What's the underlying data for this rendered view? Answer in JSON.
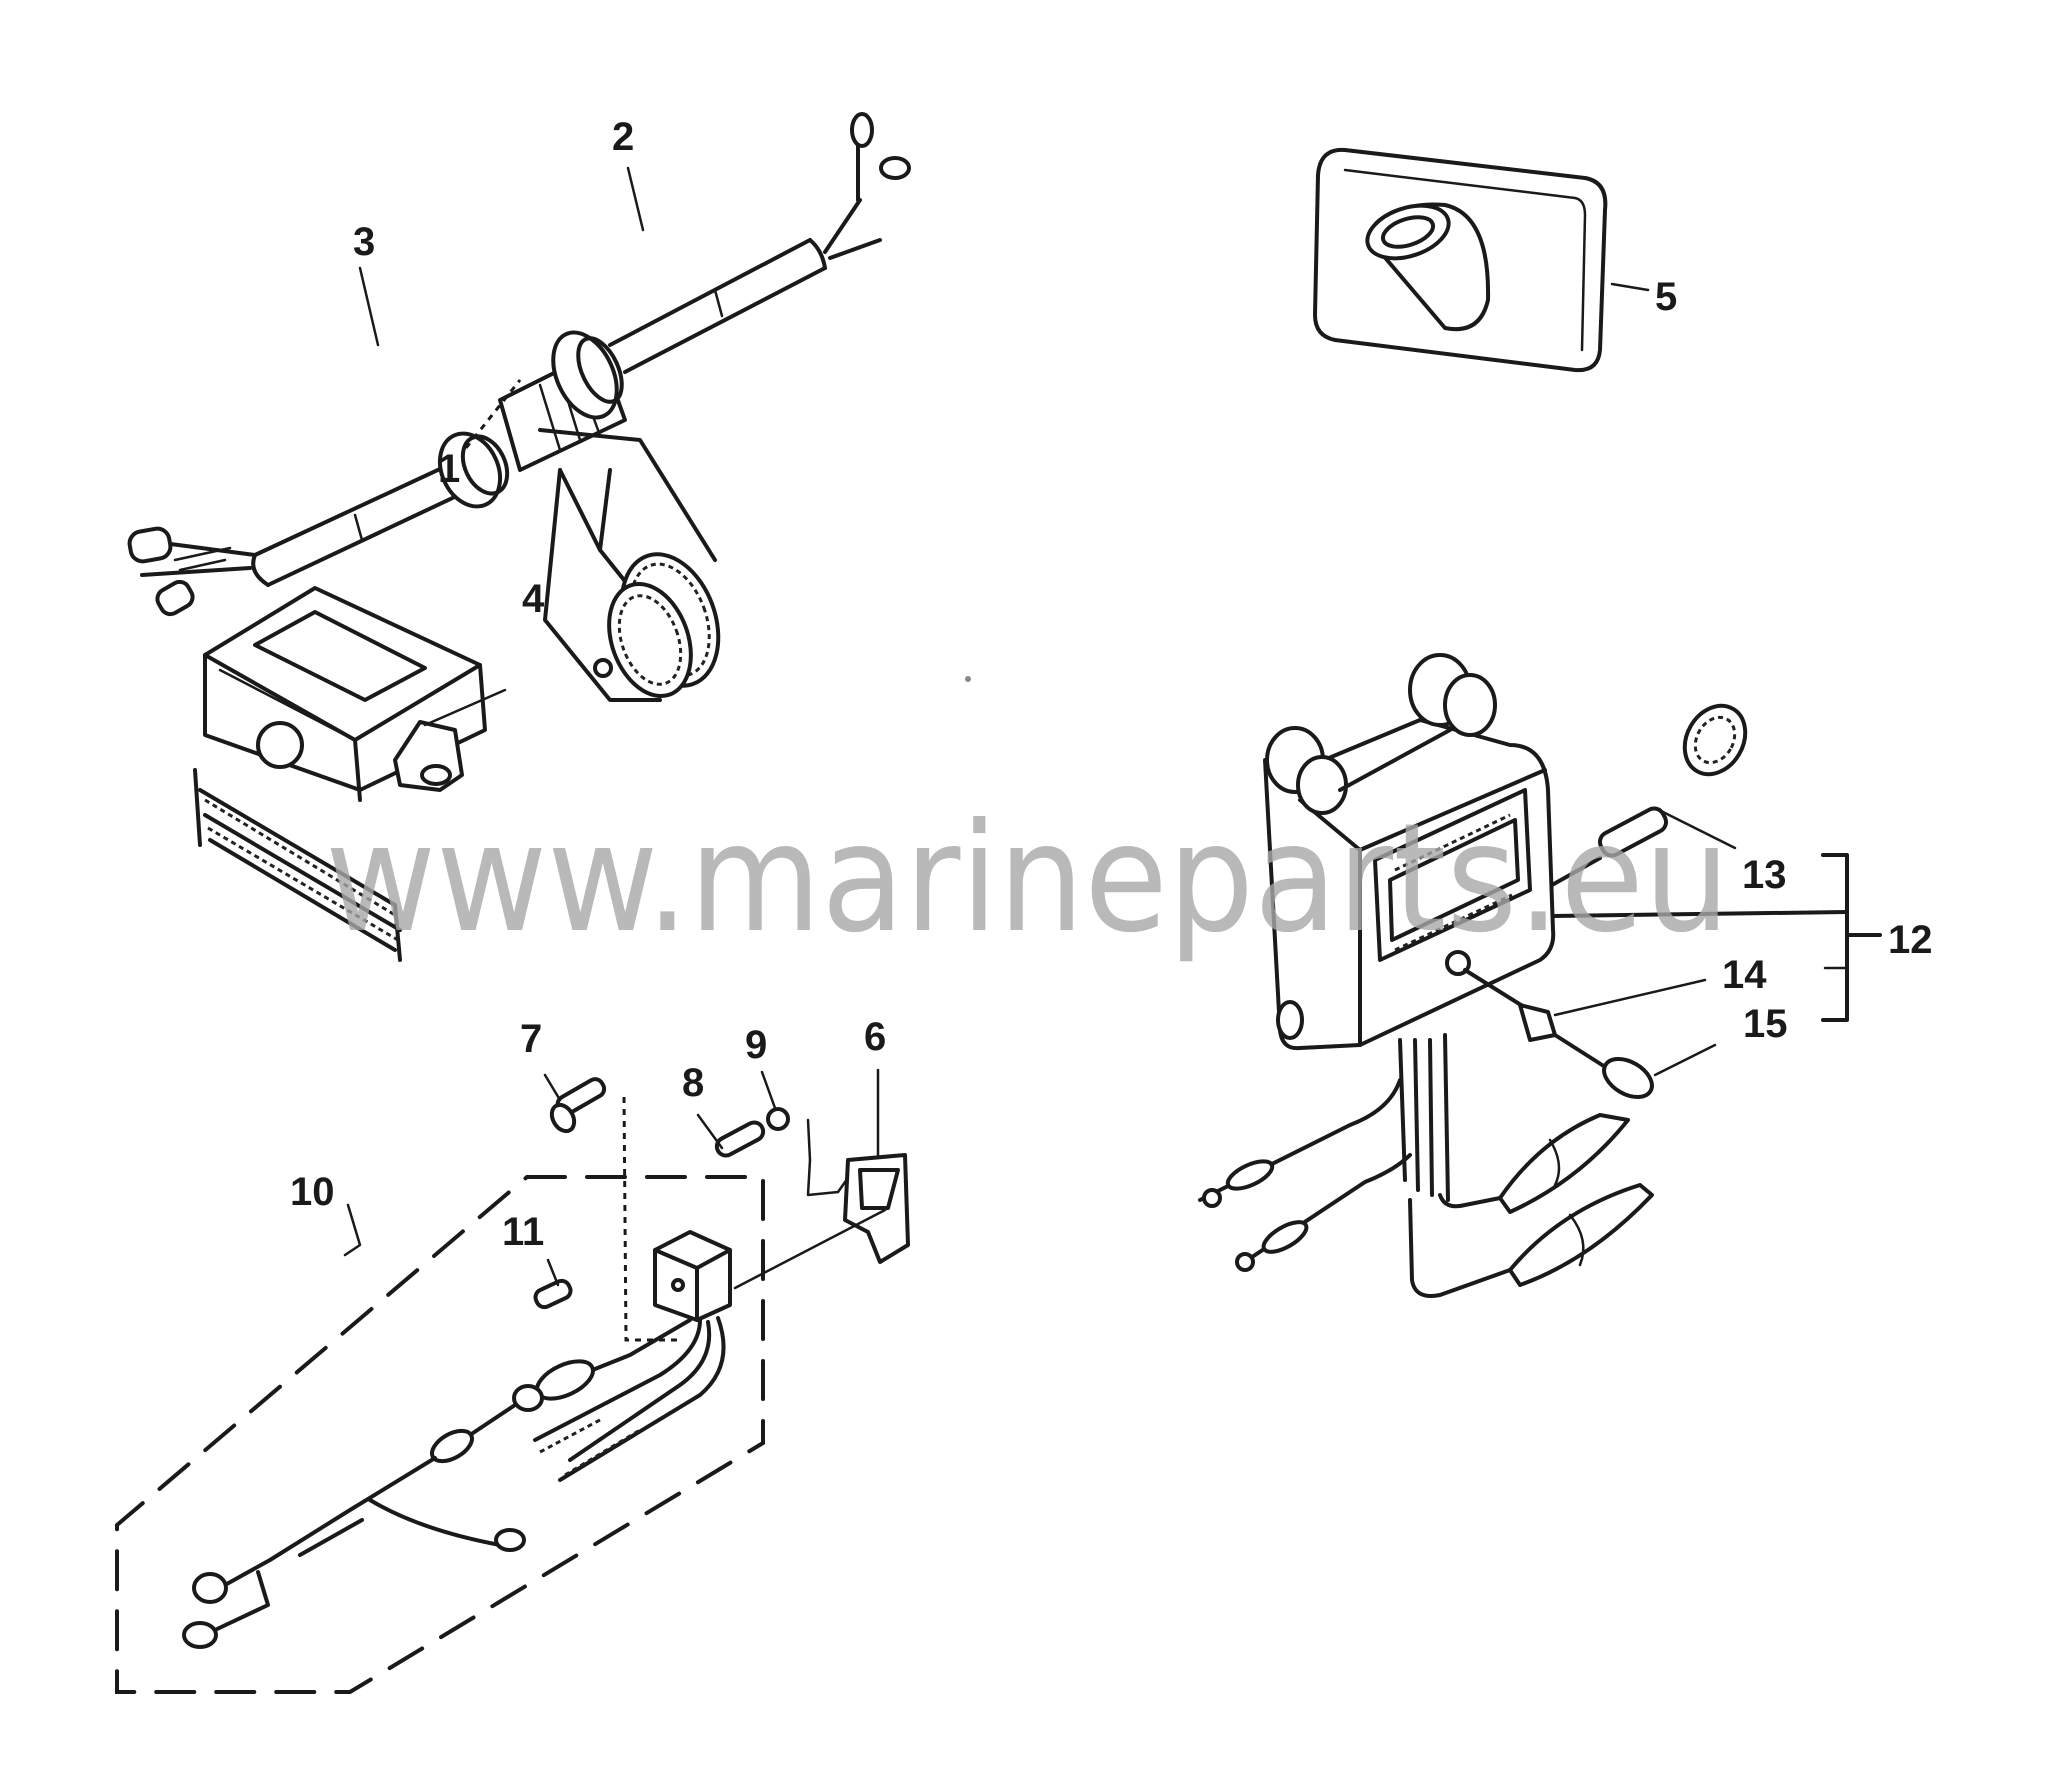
{
  "diagram": {
    "type": "exploded-parts-diagram",
    "watermark": "www.marineparts.eu",
    "colors": {
      "line": "#1a1a1a",
      "background": "#ffffff",
      "watermark": "#a8a8a8"
    },
    "callouts": [
      {
        "id": "1",
        "label": "1"
      },
      {
        "id": "2",
        "label": "2"
      },
      {
        "id": "3",
        "label": "3"
      },
      {
        "id": "4",
        "label": "4"
      },
      {
        "id": "5",
        "label": "5"
      },
      {
        "id": "6",
        "label": "6"
      },
      {
        "id": "7",
        "label": "7"
      },
      {
        "id": "8",
        "label": "8"
      },
      {
        "id": "9",
        "label": "9"
      },
      {
        "id": "10",
        "label": "10"
      },
      {
        "id": "11",
        "label": "11"
      },
      {
        "id": "12",
        "label": "12"
      },
      {
        "id": "13",
        "label": "13"
      },
      {
        "id": "14",
        "label": "14"
      },
      {
        "id": "15",
        "label": "15"
      }
    ],
    "groups": [
      {
        "label": "10",
        "members": [
          "11"
        ],
        "style": "dashed-outline"
      },
      {
        "label": "12",
        "members": [
          "13",
          "14",
          "15"
        ],
        "style": "bracket"
      }
    ]
  }
}
